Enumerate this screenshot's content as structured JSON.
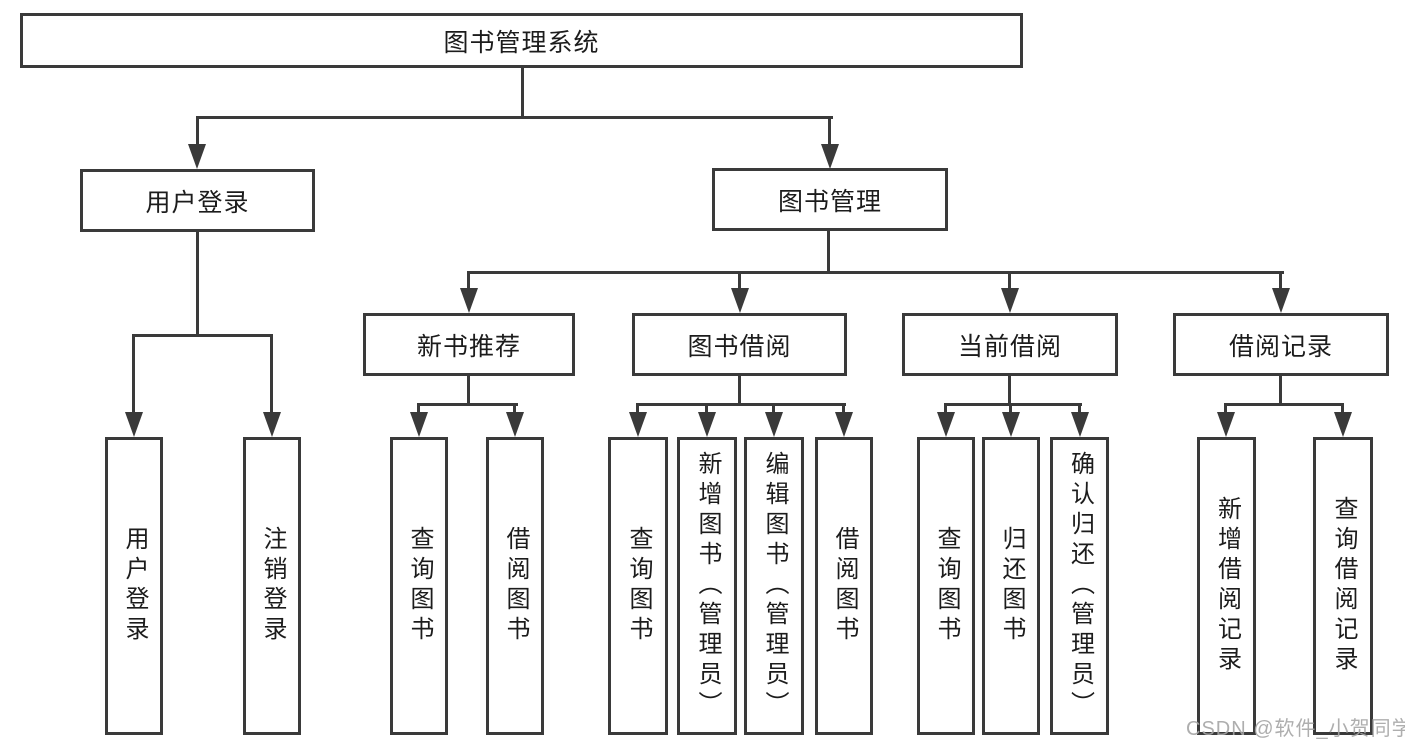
{
  "colors": {
    "background": "#ffffff",
    "line": "#3a3a3a",
    "text": "#1c1c1c",
    "watermark": "#a5a5a5"
  },
  "watermark": "CSDN @软件_小贺同学",
  "tree": {
    "root": {
      "label": "图书管理系统"
    },
    "branches": [
      {
        "label": "用户登录",
        "children": [
          {
            "label": "用户登录"
          },
          {
            "label": "注销登录"
          }
        ]
      },
      {
        "label": "图书管理",
        "children": [
          {
            "label": "新书推荐",
            "children": [
              {
                "label": "查询图书"
              },
              {
                "label": "借阅图书"
              }
            ]
          },
          {
            "label": "图书借阅",
            "children": [
              {
                "label": "查询图书"
              },
              {
                "label": "新增图书（管理员）"
              },
              {
                "label": "编辑图书（管理员）"
              },
              {
                "label": "借阅图书"
              }
            ]
          },
          {
            "label": "当前借阅",
            "children": [
              {
                "label": "查询图书"
              },
              {
                "label": "归还图书"
              },
              {
                "label": "确认归还（管理员）"
              }
            ]
          },
          {
            "label": "借阅记录",
            "children": [
              {
                "label": "新增借阅记录"
              },
              {
                "label": "查询借阅记录"
              }
            ]
          }
        ]
      }
    ]
  }
}
